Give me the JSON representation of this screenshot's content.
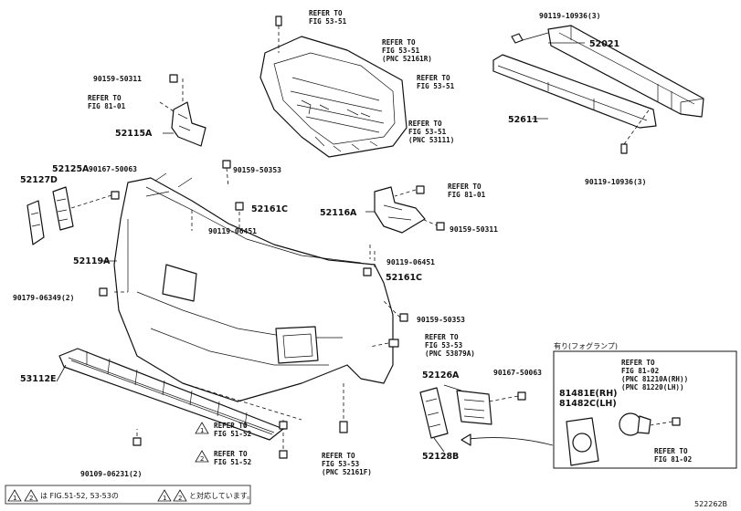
{
  "parts": {
    "p52021": "52021",
    "p52611": "52611",
    "p90119_10936_top": "90119-10936(3)",
    "p90119_10936_bot": "90119-10936(3)",
    "p90159_50311_top": "90159-50311",
    "p90159_50311_mid": "90159-50311",
    "p52115A": "52115A",
    "p90159_50353_top": "90159-50353",
    "p90159_50353_mid": "90159-50353",
    "p52127D": "52127D",
    "p52125A": "52125A",
    "p90167_50063_left": "90167-50063",
    "p90167_50063_right": "90167-50063",
    "p52161C_top": "52161C",
    "p52161C_mid": "52161C",
    "p90119_06451_top": "90119-06451",
    "p90119_06451_mid": "90119-06451",
    "p52116A": "52116A",
    "p52119A": "52119A",
    "p90179_06349": "90179-06349(2)",
    "p53112E": "53112E",
    "p90109_06231": "90109-06231(2)",
    "p52126A": "52126A",
    "p52128B": "52128B",
    "p81481E": "81481E(RH)",
    "p81482C": "81482C(LH)"
  },
  "refs": {
    "r_top_1": [
      "REFER TO",
      "FIG 53-51"
    ],
    "r_top_2": [
      "REFER TO",
      "FIG 53-51",
      "(PNC 52161R)"
    ],
    "r_top_3": [
      "REFER TO",
      "FIG 53-51"
    ],
    "r_top_4": [
      "REFER TO",
      "FIG 53-51",
      "(PNC 53111)"
    ],
    "r_left": [
      "REFER TO",
      "FIG 81-01"
    ],
    "r_mid": [
      "REFER TO",
      "FIG 81-01"
    ],
    "r_fig5353": [
      "REFER TO",
      "FIG 53-53",
      "(PNC 53879A)"
    ],
    "r_bot_1": [
      "REFER TO",
      "FIG 51-52"
    ],
    "r_bot_2": [
      "REFER TO",
      "FIG 51-52"
    ],
    "r_bot_3": [
      "REFER TO",
      "FIG 53-53",
      "(PNC 52161F)"
    ],
    "r_fog_1": [
      "REFER TO",
      "FIG 81-02",
      "(PNC 81210A(RH))",
      "(PNC 81220(LH))"
    ],
    "r_fog_2": [
      "REFER TO",
      "FIG 81-02"
    ]
  },
  "fog_title": "有り(フォグランプ)",
  "badge1": "1",
  "badge2": "2",
  "footnote": "は FIG.51-52, 53-53の",
  "footnote2": "と対応しています。",
  "fig_code": "522262B"
}
